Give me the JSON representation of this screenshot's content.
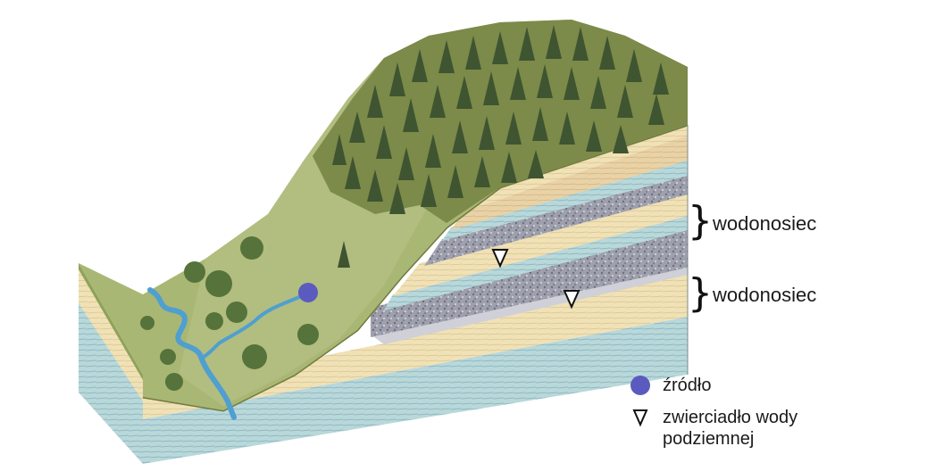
{
  "labels": {
    "aquifer_upper": "wodonosiec",
    "aquifer_lower": "wodonosiec"
  },
  "legend": {
    "spring_label": "źródło",
    "water_table_label_line1": "zwierciadło wody",
    "water_table_label_line2": "podziemnej"
  },
  "colors": {
    "grass": "#a7b673",
    "forest": "#52663a",
    "sand_layer": "#efe0b4",
    "clay_layer": "#b8d6d6",
    "gravel_layer": "#9a9aa6",
    "river": "#5aa9d6",
    "spring": "#5b5bbf"
  }
}
